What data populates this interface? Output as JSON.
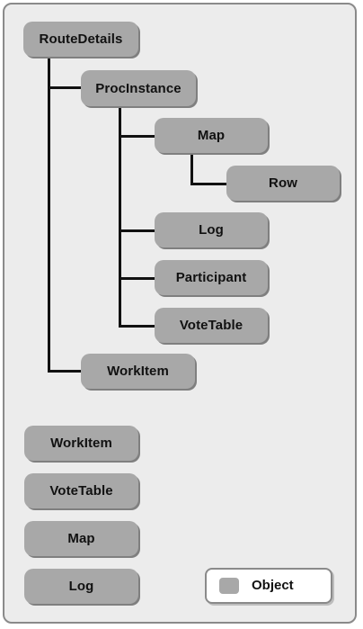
{
  "tree": {
    "route_details": "RouteDetails",
    "proc_instance": "ProcInstance",
    "map": "Map",
    "row": "Row",
    "log": "Log",
    "participant": "Participant",
    "vote_table": "VoteTable",
    "work_item": "WorkItem"
  },
  "standalone": {
    "work_item": "WorkItem",
    "vote_table": "VoteTable",
    "map": "Map",
    "log": "Log"
  },
  "legend": {
    "label": "Object",
    "swatch_color": "#a8a8a8"
  },
  "colors": {
    "node_fill": "#a8a8a8",
    "connector": "#111111",
    "background": "#ececec"
  }
}
